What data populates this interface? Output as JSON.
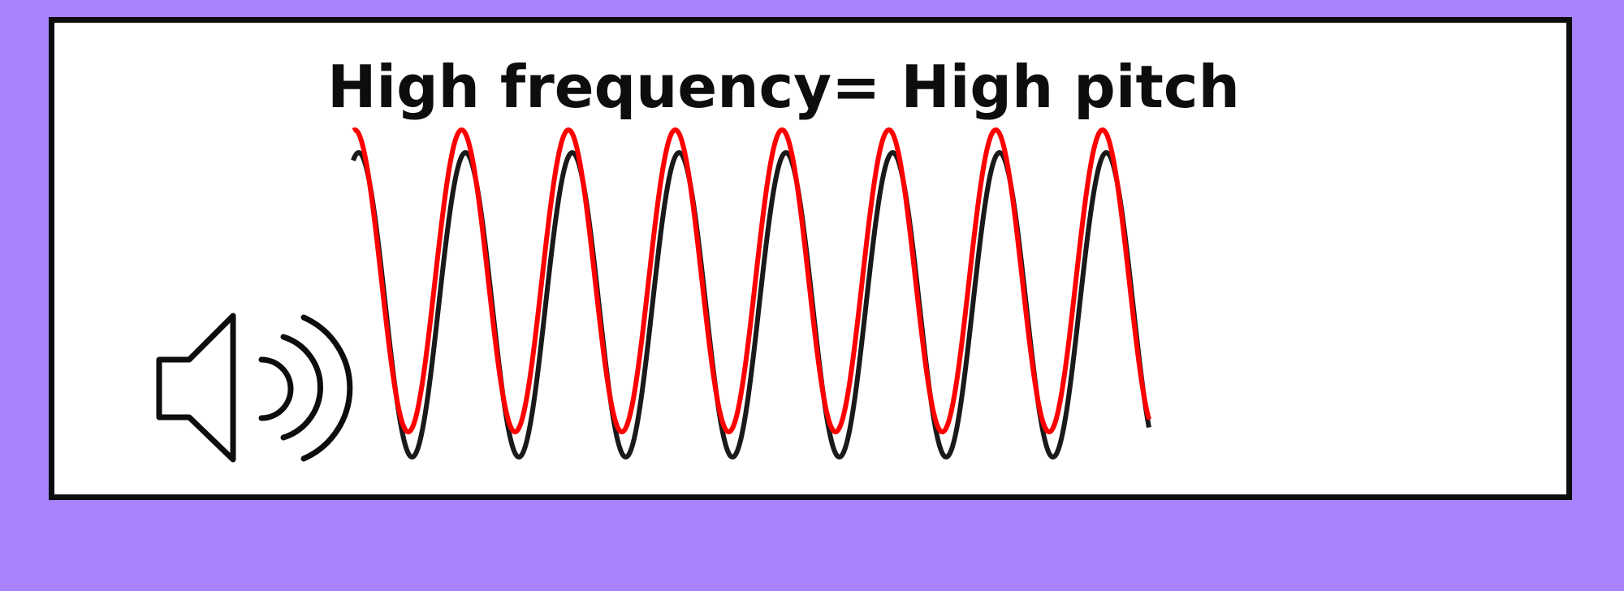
{
  "title": "High frequency= High pitch",
  "colors": {
    "background": "#a883fd",
    "panel": "#ffffff",
    "border": "#0d0d0d",
    "wave_primary": "#ff0000",
    "wave_secondary": "#1a1a1a"
  },
  "icons": {
    "speaker": "speaker-with-sound-waves-icon"
  },
  "waves": {
    "cycles": 7,
    "series": [
      {
        "id": "red-wave",
        "color": "#ff0000"
      },
      {
        "id": "black-wave",
        "color": "#1a1a1a"
      }
    ]
  }
}
